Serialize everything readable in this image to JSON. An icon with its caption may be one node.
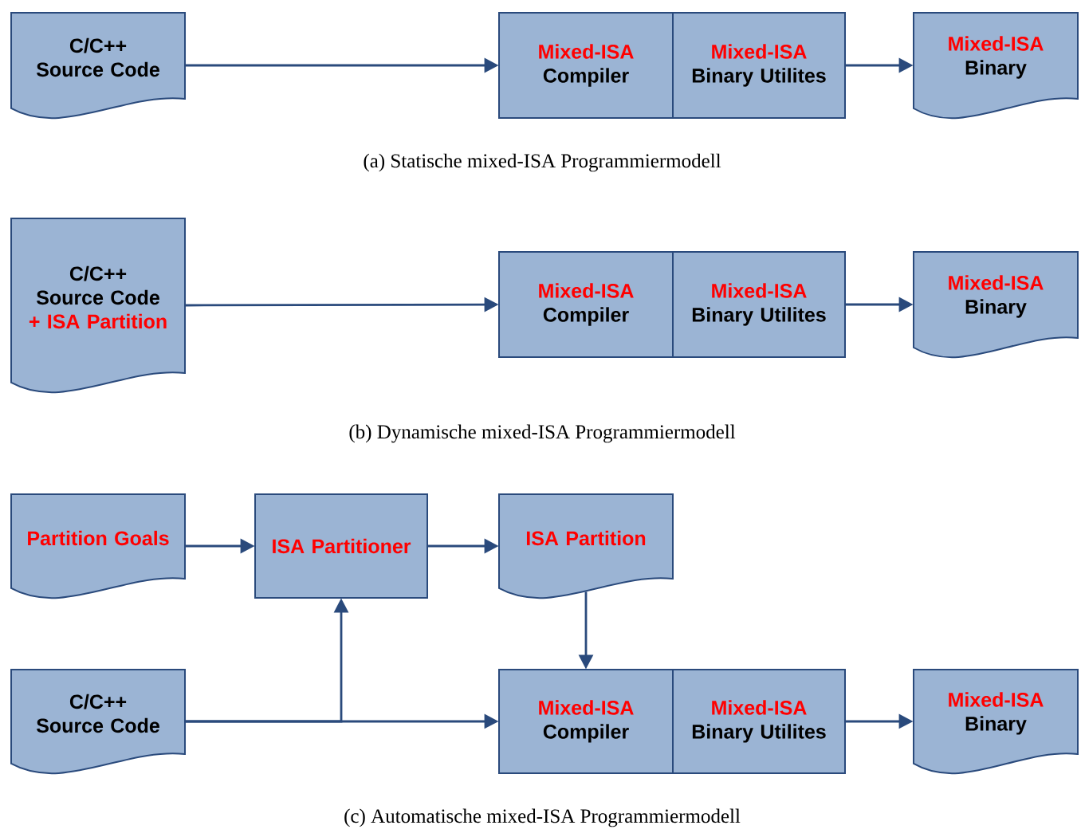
{
  "diagram": {
    "nodes": [
      {
        "text": [
          "C/C++ Source Code"
        ]
      },
      {
        "text": [
          "Mixed-ISA",
          "Compiler"
        ]
      },
      {
        "text": [
          "Mixed-ISA",
          "Binary Utilites"
        ]
      },
      {
        "text": [
          "Mixed-ISA",
          "Binary"
        ]
      },
      {
        "text": [
          "C/C++ Source Code",
          "+ ISA Partition"
        ]
      },
      {
        "text": [
          "Mixed-ISA",
          "Compiler"
        ]
      },
      {
        "text": [
          "Mixed-ISA",
          "Binary Utilites"
        ]
      },
      {
        "text": [
          "Mixed-ISA",
          "Binary"
        ]
      },
      {
        "text": [
          "Partition Goals"
        ]
      },
      {
        "text": [
          "ISA Partitioner"
        ]
      },
      {
        "text": [
          "ISA Partition"
        ]
      },
      {
        "text": [
          "C/C++ Source Code"
        ]
      },
      {
        "text": [
          "Mixed-ISA",
          "Compiler"
        ]
      },
      {
        "text": [
          "Mixed-ISA",
          "Binary Utilites"
        ]
      },
      {
        "text": [
          "Mixed-ISA",
          "Binary"
        ]
      }
    ],
    "edges": [
      {
        "from": 0,
        "to": 1,
        "arrow": "to"
      },
      {
        "from": 2,
        "to": 3,
        "arrow": "to"
      },
      {
        "from": 4,
        "to": 5,
        "arrow": "to"
      },
      {
        "from": 6,
        "to": 7,
        "arrow": "to"
      },
      {
        "from": 8,
        "to": 9,
        "arrow": "to"
      },
      {
        "from": 9,
        "to": 10,
        "arrow": "to"
      },
      {
        "from": 10,
        "to": 12,
        "arrow": "to"
      },
      {
        "from": 11,
        "to": 9,
        "arrow": "to"
      },
      {
        "from": 11,
        "to": 12,
        "arrow": "to"
      },
      {
        "from": 13,
        "to": 14,
        "arrow": "to"
      }
    ],
    "labels": [
      "(a)  Statische mixed-ISA Programmiermodell",
      "(b)  Dynamische mixed-ISA Programmiermodell",
      "(c)  Automatische mixed-ISA Programmiermodell"
    ]
  }
}
